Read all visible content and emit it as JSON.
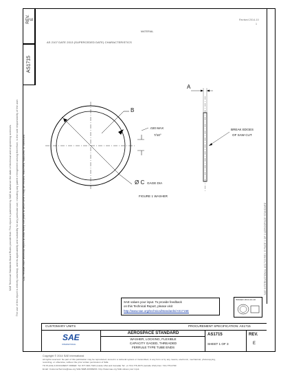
{
  "header": {
    "top_right_note_1": "Revised 2014-10",
    "top_right_note_2": "1",
    "rev_label": "REV.",
    "rev_value": "E",
    "doc_number": "AS1715"
  },
  "drawing": {
    "title_line_1": "MATERIAL",
    "title_line_2": "AS 2107 DATE 2013 (SUPERCEDED DATE) CHARACTERISTICS",
    "label_a": "A",
    "label_b": "B",
    "label_c": "Ø C",
    "label_c_suffix": "GAGE DIA",
    "note_max_1": ".020 MAX",
    "note_max_2": "7/10°",
    "break_edges_1": "BREAK EDGES",
    "break_edges_2": "OF SAW CUT",
    "figure_caption": "FIGURE 1 WASHER"
  },
  "side_text": {
    "left_column_1": "SAE Technical Standards Board Rules provide that: This report is published by SAE to advance the state of technical and engineering sciences.",
    "left_column_2": "The use of this report is entirely voluntary, and its applicability and suitability for any particular use, including any patent infringement arising therefrom, is the sole responsibility of the user.",
    "left_column_3": "SAE reviews each technical report at least every five years at which time it may be revised, reaffirmed, stabilized, or cancelled.",
    "right_column": "SAE INTERNATIONAL    AS1715    REV. E    PAGE 1 OF 3    AEROSPACE STANDARD"
  },
  "feedback": {
    "line_1": "SAE values your input. To provide feedback",
    "line_2": "on this Technical Report, please visit",
    "link": "http://www.sae.org/technical/standards/AS1715E"
  },
  "stamp": {
    "label": "ISSUED 2014-10-10"
  },
  "title_block": {
    "customary_units": "CUSTOMARY UNITS",
    "procurement_spec": "PROCUREMENT SPECIFICATION: AS1715",
    "banner": "AEROSPACE STANDARD",
    "title_line_1": "WASHER, LOCKING, FLEXIBLE",
    "title_line_2": "CAPACITY GAGED, THREADED",
    "title_line_3": "FERRULE TYPE TUBE ENDS",
    "logo_text": "SAE",
    "logo_sub": "INTERNATIONAL",
    "doc_number": "AS1715",
    "sheet": "SHEET 1 OF 3",
    "rev_label": "REV.",
    "rev_value": "E"
  },
  "footer": {
    "line_1": "Copyright © 2014 SAE International",
    "line_2": "All rights reserved. No part of this publication may be reproduced, stored in a retrieval system or transmitted, in any form or by any means, electronic, mechanical, photocopying,",
    "line_3": "recording, or otherwise, without the prior written permission of SAE.",
    "line_4": "TO PLACE A DOCUMENT ORDER:   Tel: 877-606-7323 (inside USA and Canada)   Tel: +1 724-776-4970 (outside USA)   Fax: 724-776-0790",
    "line_5": "Email: CustomerService@sae.org   SAE WEB ADDRESS: http://www.sae.org   SAE values your input."
  }
}
